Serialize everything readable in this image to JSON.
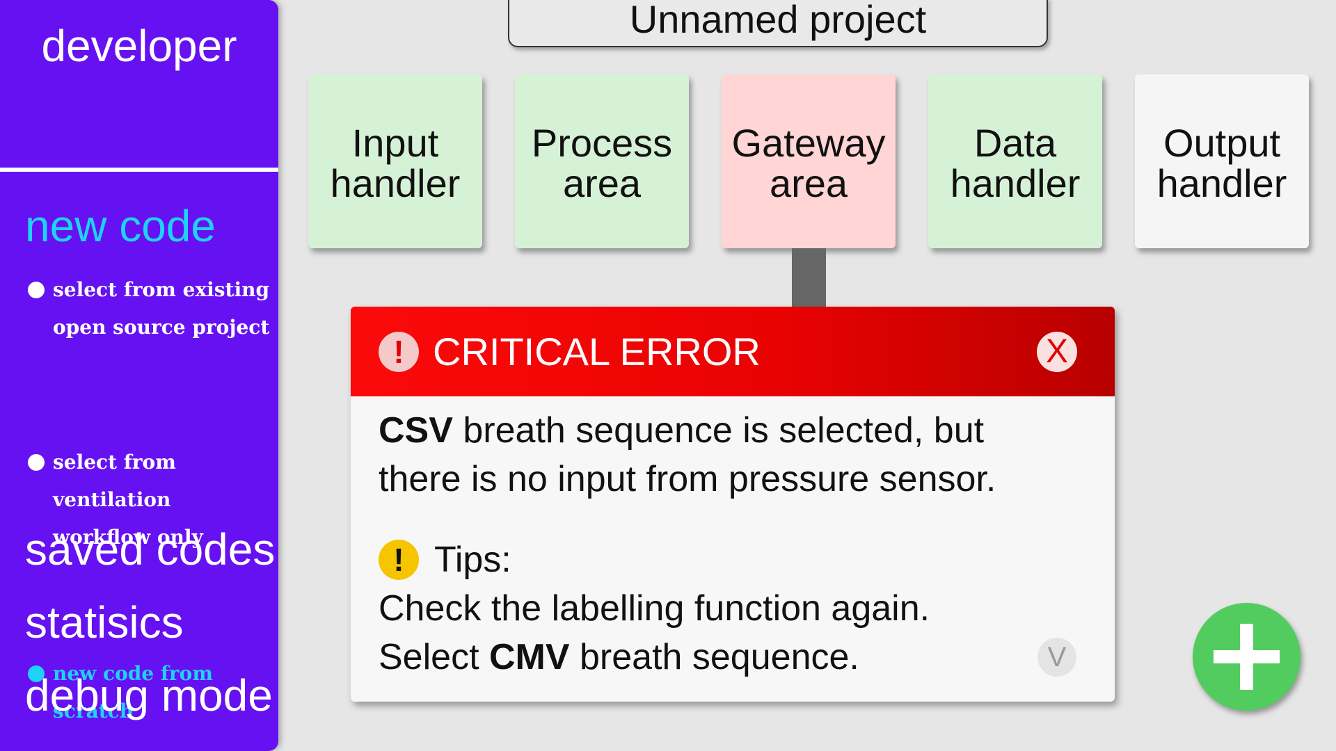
{
  "sidebar": {
    "user_name": "developer",
    "new_code_heading": "new code",
    "options": [
      {
        "line1": "select from existing",
        "line2": "open source project",
        "active": false
      },
      {
        "line1": "select from ventilation",
        "line2": "workflow only",
        "active": false
      },
      {
        "line1": "new code from scratch",
        "line2": "",
        "active": true
      }
    ],
    "nav": {
      "saved_codes": "saved codes",
      "statistics": "statisics",
      "debug_mode": "debug mode"
    }
  },
  "project": {
    "title": "Unnamed project"
  },
  "modules": [
    {
      "line1": "Input",
      "line2": "handler",
      "status": "ok",
      "color": "#d6f2d6"
    },
    {
      "line1": "Process",
      "line2": "area",
      "status": "ok",
      "color": "#d6f2d6"
    },
    {
      "line1": "Gateway",
      "line2": "area",
      "status": "error",
      "color": "#ffd5d5"
    },
    {
      "line1": "Data",
      "line2": "handler",
      "status": "ok",
      "color": "#d6f2d6"
    },
    {
      "line1": "Output",
      "line2": "handler",
      "status": "empty",
      "color": "#f5f5f5"
    }
  ],
  "error_dialog": {
    "icon": "exclamation-icon",
    "title": "CRITICAL ERROR",
    "close_label": "X",
    "message": {
      "bold_prefix": "CSV",
      "line1_rest": " breath sequence is selected, but",
      "line2": "there is no input from pressure sensor."
    },
    "tips": {
      "icon": "exclamation-icon",
      "label": "Tips:",
      "line1": "Check the labelling function again.",
      "line2_prefix": "Select ",
      "line2_bold": "CMV",
      "line2_suffix": " breath sequence."
    },
    "expand_label": "V"
  },
  "fab": {
    "icon": "plus-icon"
  },
  "colors": {
    "sidebar_bg": "#6611f2",
    "sidebar_accent": "#1fd2f7",
    "error_red": "#e20000",
    "tips_yellow": "#f7c400",
    "ok_green": "#d6f2d6",
    "fab_green": "#52cc5e"
  }
}
